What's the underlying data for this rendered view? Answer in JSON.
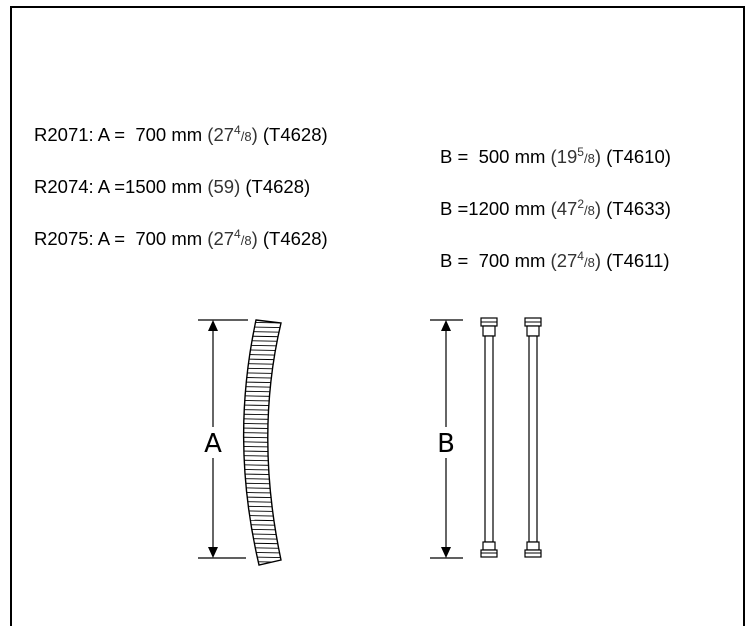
{
  "specs": [
    {
      "model": "R2071:",
      "a_label": "A = ",
      "a_value": " 700 mm ",
      "a_whole": "27",
      "a_num": "4",
      "a_den": "/8",
      "a_part": "(T4628)",
      "b_label": "B = ",
      "b_value": " 500 mm ",
      "b_whole": "19",
      "b_num": "5",
      "b_den": "/8",
      "b_part": "(T4610)"
    },
    {
      "model": "R2074:",
      "a_label": "A =",
      "a_value": "1500 mm ",
      "a_whole": "59",
      "a_num": "",
      "a_den": "",
      "a_part": "(T4628)",
      "b_label": "B =",
      "b_value": "1200 mm ",
      "b_whole": "47",
      "b_num": "2",
      "b_den": "/8",
      "b_part": "(T4633)"
    },
    {
      "model": "R2075:",
      "a_label": "A = ",
      "a_value": " 700 mm ",
      "a_whole": "27",
      "a_num": "4",
      "a_den": "/8",
      "a_part": "(T4628)",
      "b_label": "B = ",
      "b_value": " 700 mm ",
      "b_whole": "27",
      "b_num": "4",
      "b_den": "/8",
      "b_part": "(T4611)"
    }
  ],
  "diagram": {
    "dim_a_label": "A",
    "dim_b_label": "B",
    "line_color": "#000000"
  }
}
